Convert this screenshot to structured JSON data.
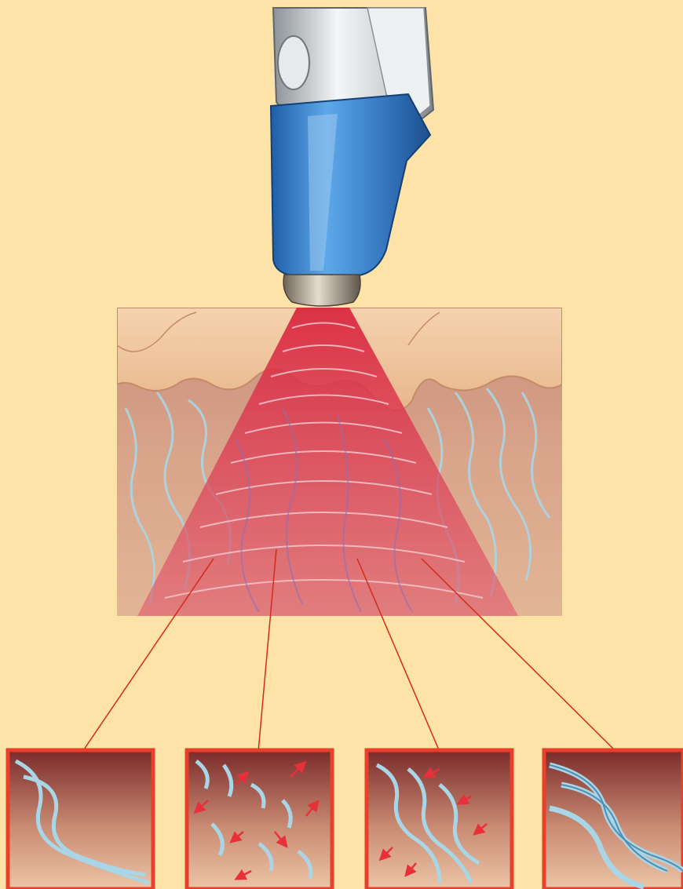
{
  "colors": {
    "background": "#fde3a7",
    "handpiece_blue": "#3f86cf",
    "handpiece_silver": "#d9dde0",
    "beam_red": "#d9293f",
    "skin": "#f1c9a3",
    "collagen": "#a9d6e6",
    "frame_red": "#e8402a",
    "callout_line": "#d42a1c"
  },
  "icons": {
    "device": "rf-handpiece-icon",
    "beam": "energy-beam-icon",
    "heat_arrows": "heat-arrow-icon"
  },
  "panels": [
    {
      "id": "panel-1",
      "state": "intact-collagen"
    },
    {
      "id": "panel-2",
      "state": "denatured-collagen"
    },
    {
      "id": "panel-3",
      "state": "remodeling-collagen"
    },
    {
      "id": "panel-4",
      "state": "new-collagen"
    }
  ]
}
